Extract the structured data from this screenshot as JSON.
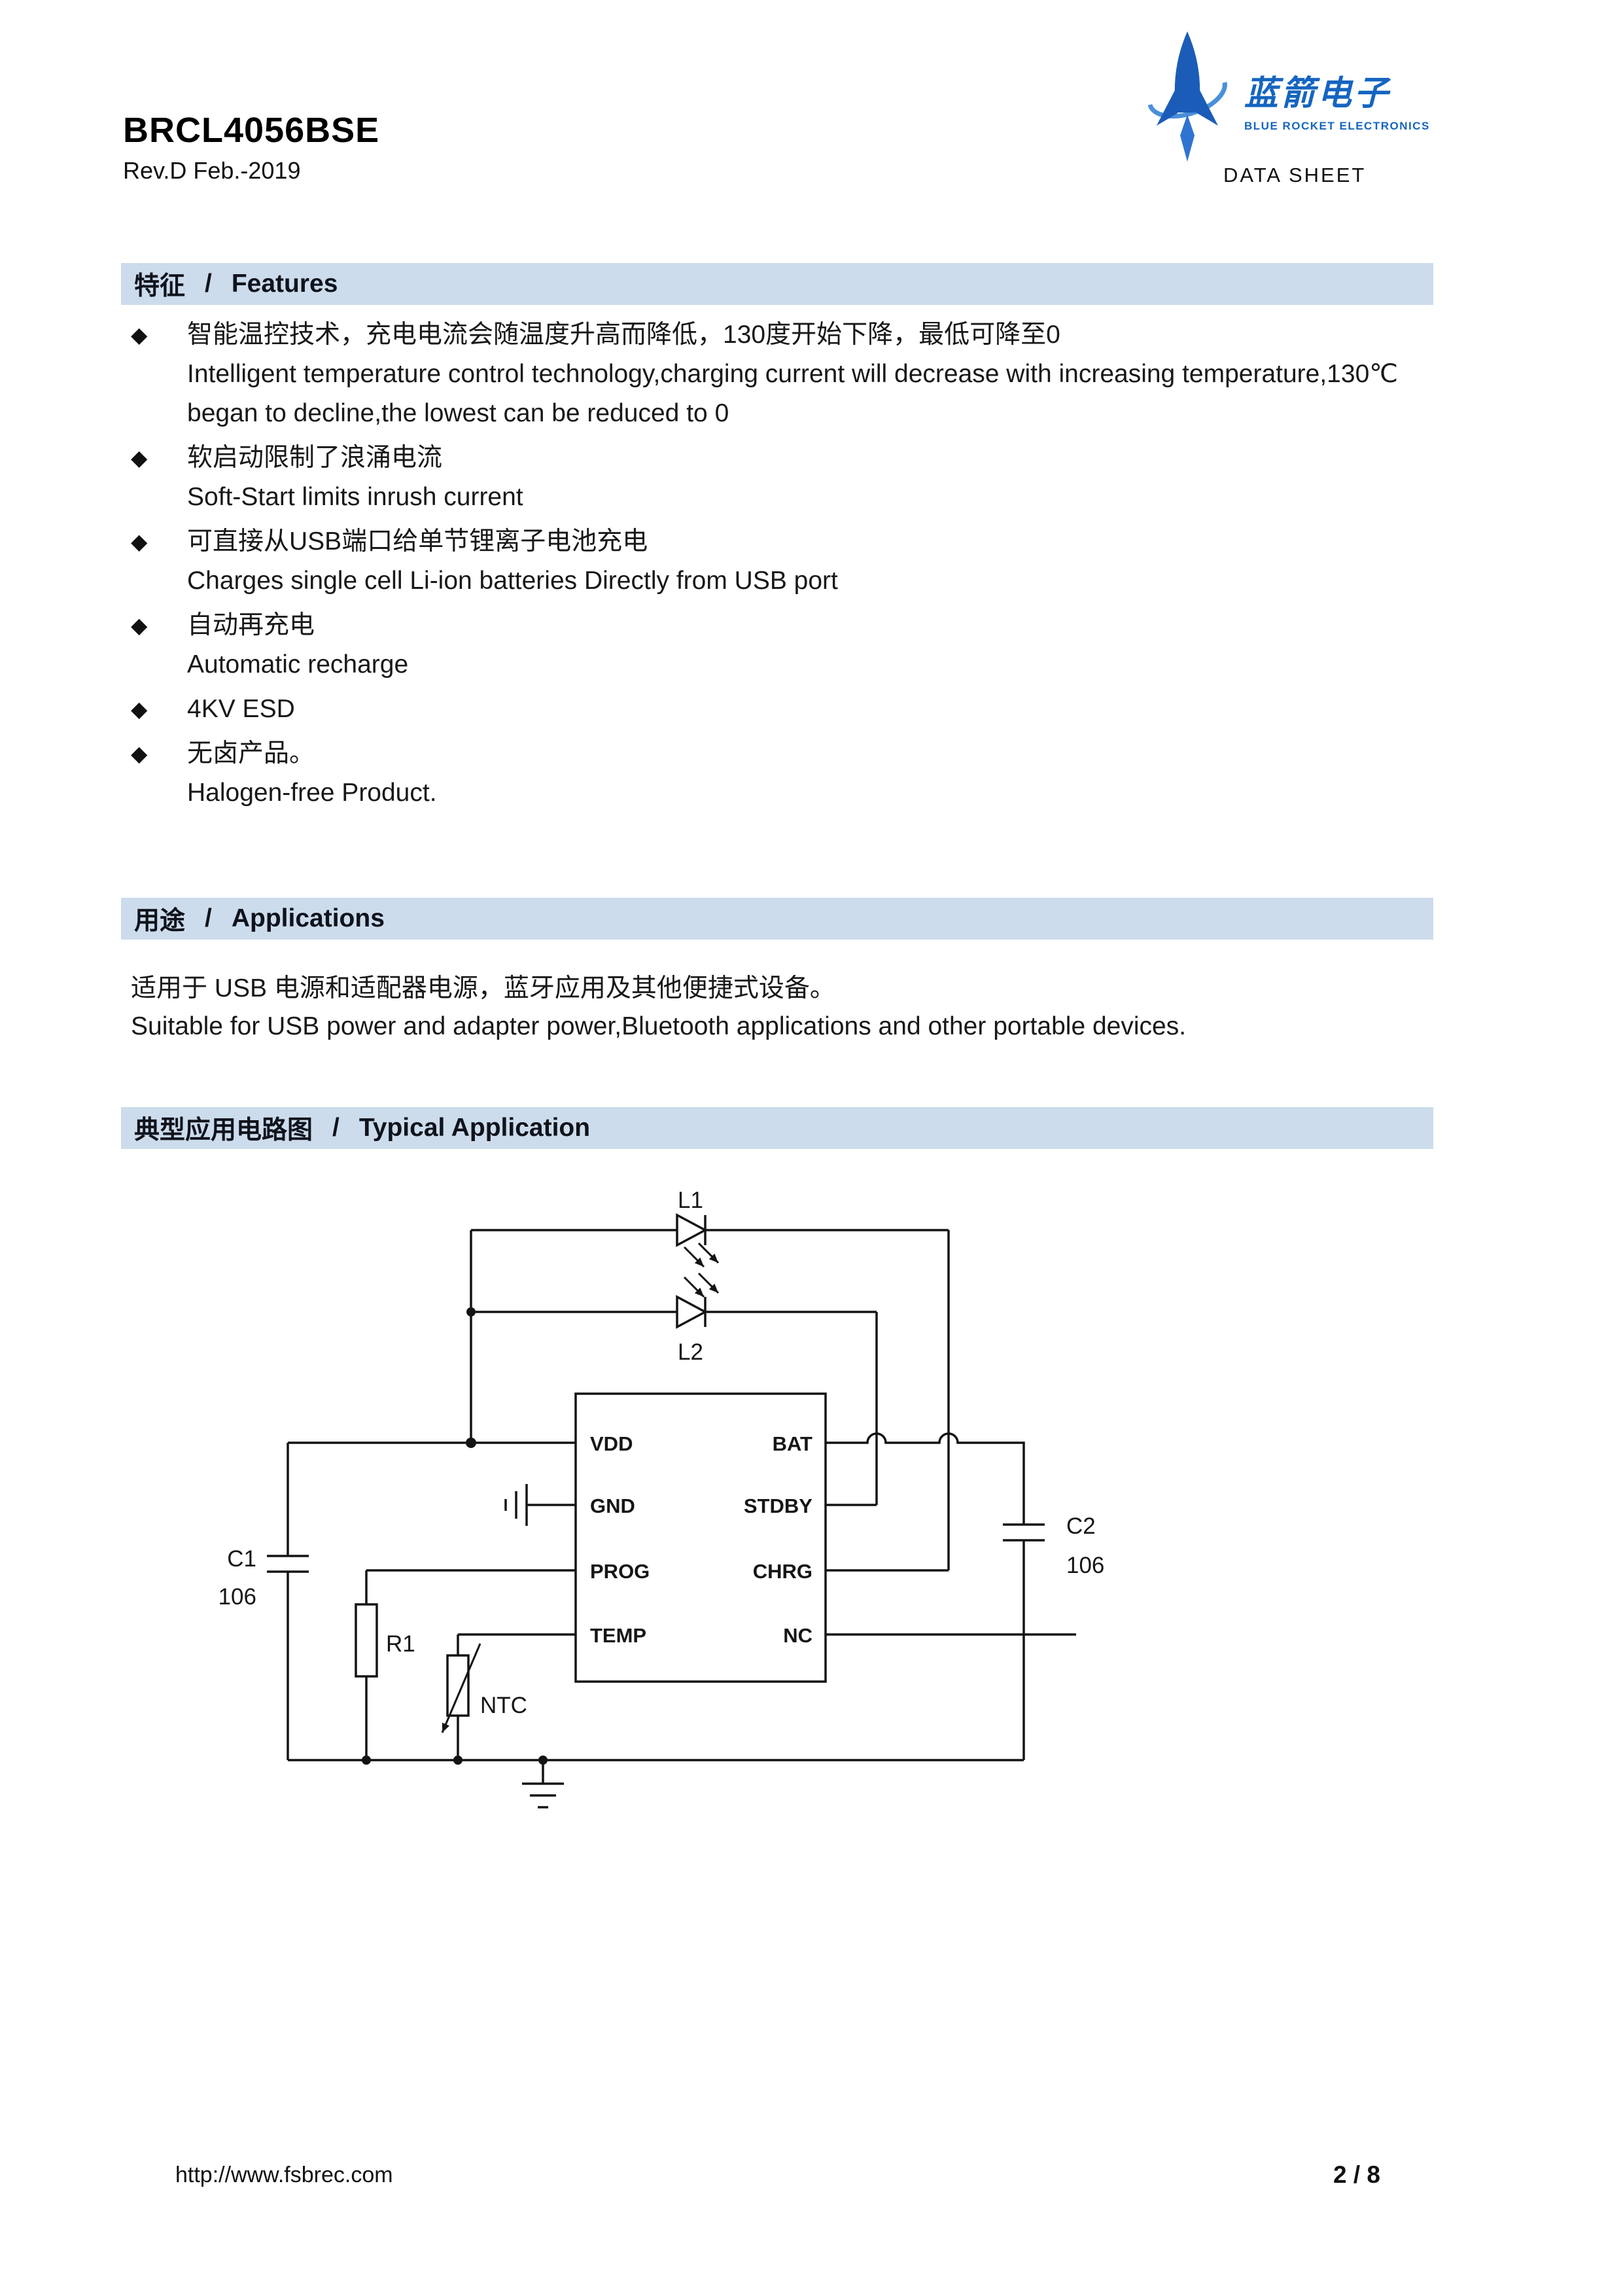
{
  "ui": {
    "bullet": "◆",
    "separator": "/"
  },
  "colors": {
    "brand_blue": "#1565c0",
    "section_bar_bg": "#ccdcec"
  },
  "header": {
    "title": "BRCL4056BSE",
    "revision": "Rev.D Feb.-2019",
    "logo": {
      "brand_cn": "蓝箭电子",
      "brand_en": "BLUE ROCKET ELECTRONICS",
      "doc_type": "DATA SHEET"
    }
  },
  "sections": {
    "features": {
      "heading_cn": "特征",
      "heading_en": "Features",
      "items": [
        {
          "cn": "智能温控技术，充电电流会随温度升高而降低，130度开始下降，最低可降至0",
          "en": "Intelligent temperature control technology,charging current will decrease with increasing temperature,130℃  began to decline,the lowest can be reduced to 0"
        },
        {
          "cn": "软启动限制了浪涌电流",
          "en": "Soft-Start limits inrush current"
        },
        {
          "cn": "可直接从USB端口给单节锂离子电池充电",
          "en": "Charges single cell Li-ion batteries Directly from USB port"
        },
        {
          "cn": "自动再充电",
          "en": "Automatic recharge"
        },
        {
          "cn": "4KV ESD",
          "en": ""
        },
        {
          "cn": "无卤产品。",
          "en": "Halogen-free Product."
        }
      ]
    },
    "applications": {
      "heading_cn": "用途",
      "heading_en": "Applications",
      "body_cn": "适用于 USB 电源和适配器电源，蓝牙应用及其他便捷式设备。",
      "body_en": "Suitable for USB power and adapter power,Bluetooth applications and other portable devices."
    },
    "typical_application": {
      "heading_cn": "典型应用电路图",
      "heading_en": "Typical Application",
      "circuit": {
        "ic_pins_left": [
          "VDD",
          "GND",
          "PROG",
          "TEMP"
        ],
        "ic_pins_right": [
          "BAT",
          "STDBY",
          "CHRG",
          "NC"
        ],
        "labels": {
          "l1": "L1",
          "l2": "L2",
          "c1": "C1",
          "c1_value": "106",
          "c2": "C2",
          "c2_value": "106",
          "r1": "R1",
          "ntc": "NTC"
        }
      }
    }
  },
  "footer": {
    "url": "http://www.fsbrec.com",
    "page": "2 / 8"
  }
}
